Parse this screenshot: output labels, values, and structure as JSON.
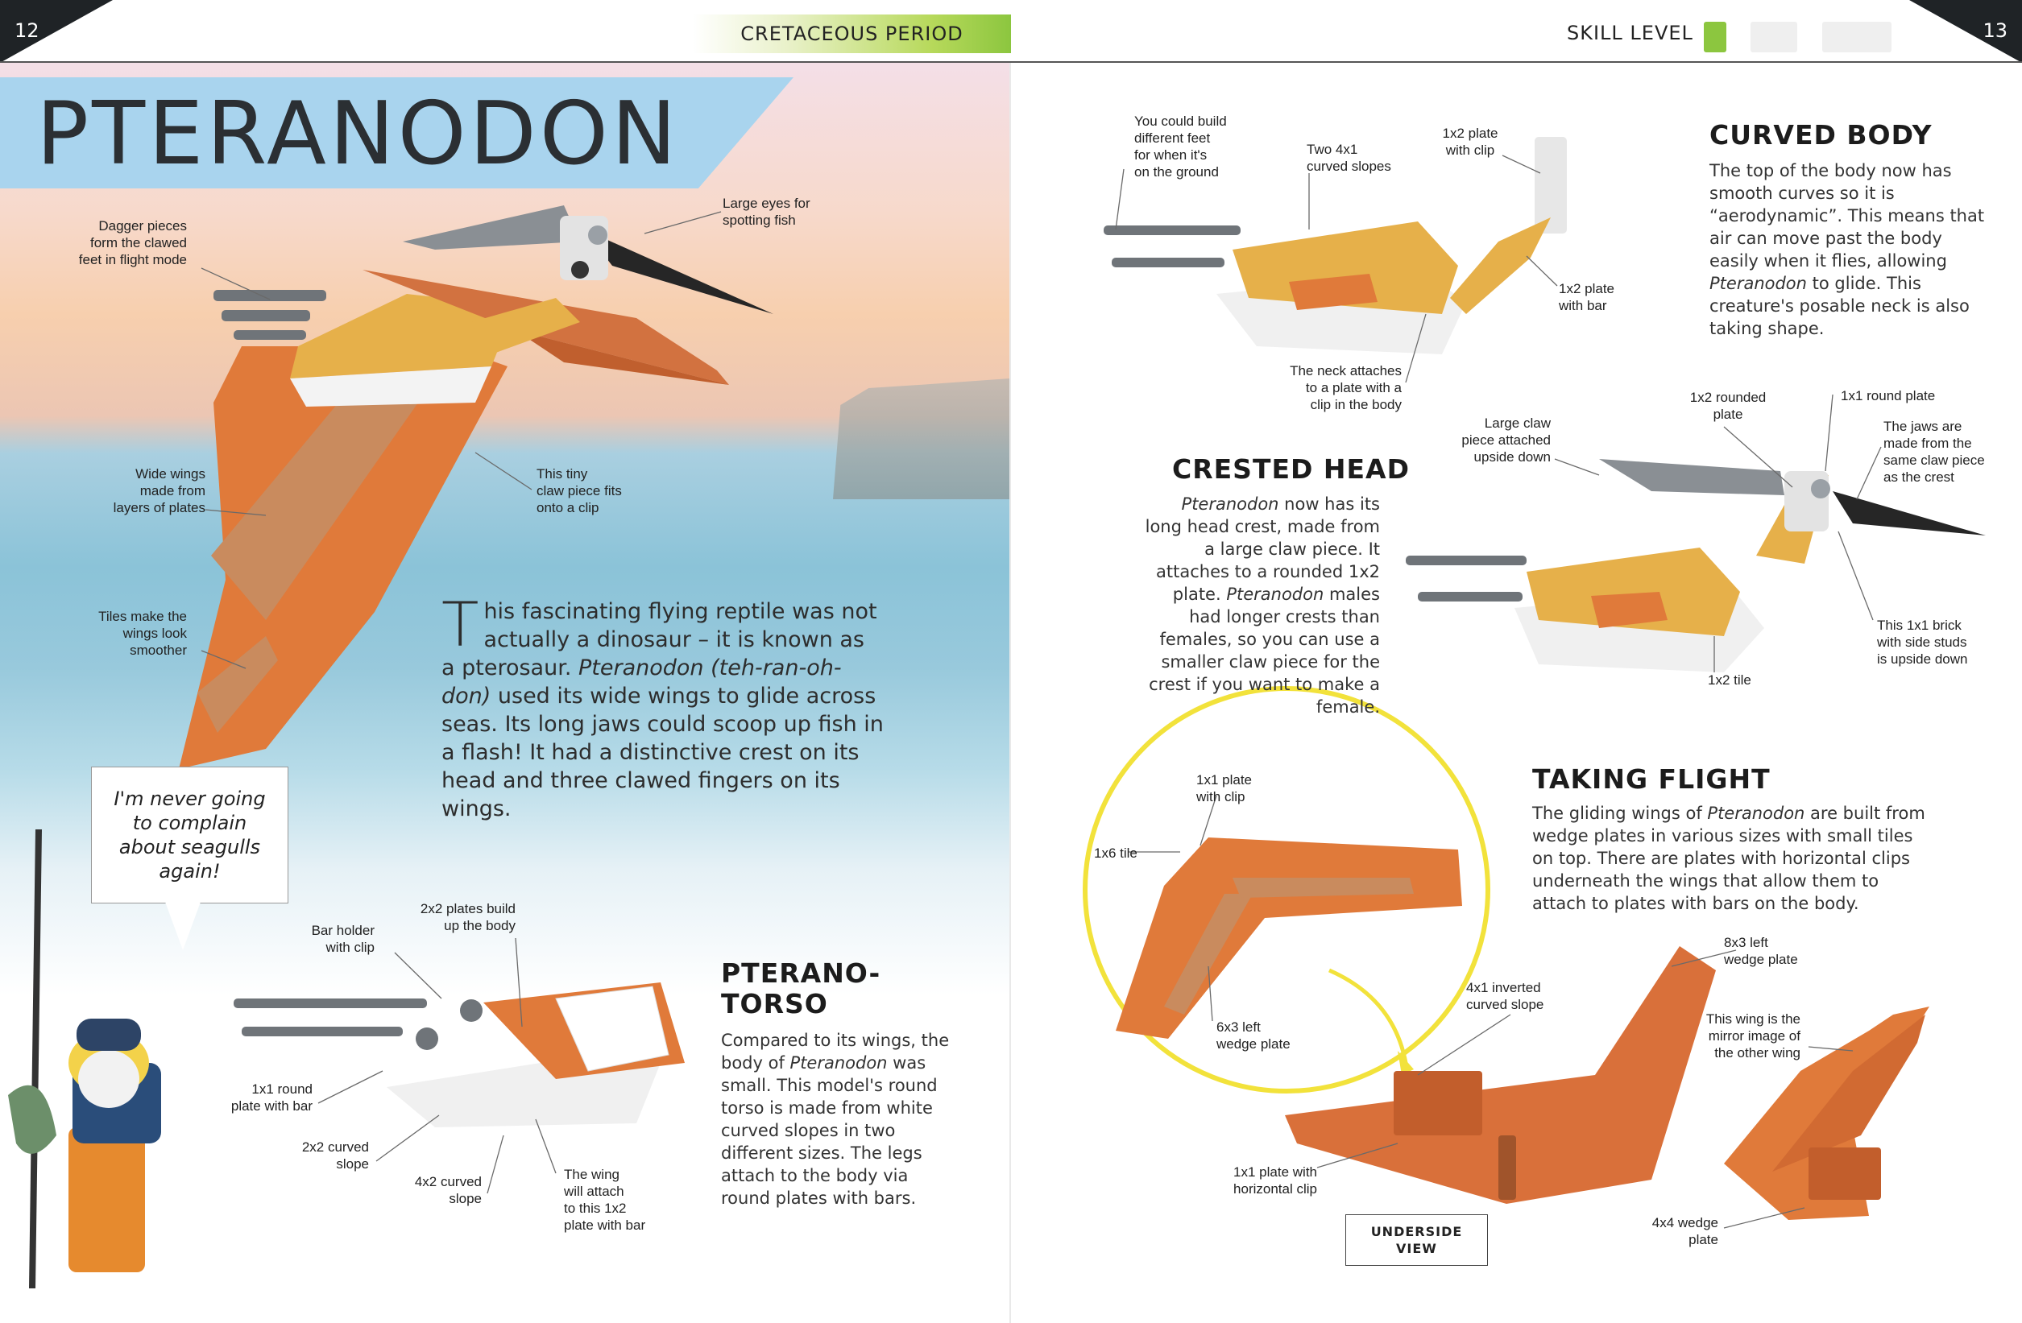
{
  "header": {
    "page_left": "12",
    "page_right": "13",
    "period": "CRETACEOUS PERIOD",
    "skill_label": "SKILL LEVEL",
    "skill_level": 1,
    "skill_max": 3,
    "skill_color": "#8cc63f"
  },
  "title": "PTERANODON",
  "hero_callouts": {
    "dagger": "Dagger pieces\nform the clawed\nfeet in flight mode",
    "eyes": "Large eyes for\nspotting fish",
    "wings": "Wide wings\nmade from\nlayers of plates",
    "claw": "This tiny\nclaw piece fits\nonto a clip",
    "tiles": "Tiles make the\nwings look\nsmoother"
  },
  "intro": {
    "dropcap": "T",
    "text_1": "his fascinating flying reptile was not actually a dinosaur – it is known as a pterosaur. ",
    "italic": "Pteranodon (teh-ran-oh-don)",
    "text_2": " used its wide wings to glide across seas. Its long jaws could scoop up fish in a flash! It had a distinctive crest on its head and three clawed fingers on its wings."
  },
  "speech": "I'm never going\nto complain\nabout seagulls\nagain!",
  "torso": {
    "heading": "PTERANO-\nTORSO",
    "body_1": "Compared to its wings, the body of ",
    "body_italic": "Pteranodon",
    "body_2": " was small. This model's round torso is made from white curved slopes in two different sizes. The legs attach to the body via round plates with bars.",
    "callouts": {
      "bar_holder": "Bar holder\nwith clip",
      "plates": "2x2 plates build\nup the body",
      "round_plate": "1x1 round\nplate with bar",
      "curved_2x2": "2x2 curved\nslope",
      "curved_4x2": "4x2 curved\nslope",
      "wing_attach": "The wing\nwill attach\nto this 1x2\nplate with bar"
    }
  },
  "curved_body": {
    "heading": "CURVED BODY",
    "body_1": "The top of the body now has smooth curves so it is “aerodynamic”. This means that air can move past the body easily when it flies, allowing ",
    "body_italic": "Pteranodon",
    "body_2": " to glide. This creature's posable neck is also taking shape.",
    "callouts": {
      "feet": "You could build\ndifferent feet\nfor when it's\non the ground",
      "slopes": "Two 4x1\ncurved slopes",
      "clip": "1x2 plate\nwith clip",
      "bar": "1x2 plate\nwith bar",
      "neck": "The neck attaches\nto a plate with a\nclip in the body"
    }
  },
  "crested_head": {
    "heading": "CRESTED HEAD",
    "italic_1": "Pteranodon",
    "body_1": " now has its long head crest, made from a large claw piece. It attaches to a rounded 1x2 plate. ",
    "italic_2": "Pteranodon",
    "body_2": " males had longer crests than females, so you can use a smaller claw piece for the crest if you want to make a female.",
    "callouts": {
      "claw": "Large claw\npiece attached\nupside down",
      "rounded": "1x2 rounded\nplate",
      "round": "1x1 round plate",
      "jaws": "The jaws are\nmade from the\nsame claw piece\nas the crest",
      "brick": "This 1x1 brick\nwith side studs\nis upside down",
      "tile": "1x2 tile"
    }
  },
  "taking_flight": {
    "heading": "TAKING FLIGHT",
    "body_1": "The gliding wings of ",
    "body_italic": "Pteranodon",
    "body_2": " are built from wedge plates in various sizes with small tiles on top. There are plates with horizontal clips underneath the wings that allow them to attach to plates with bars on the body.",
    "callouts": {
      "clip": "1x1 plate\nwith clip",
      "tile": "1x6 tile",
      "wedge_6x3": "6x3 left\nwedge plate",
      "wedge_8x3": "8x3 left\nwedge plate",
      "inverted": "4x1 inverted\ncurved slope",
      "mirror": "This wing is the\nmirror image of\nthe other wing",
      "horizontal": "1x1 plate with\nhorizontal clip",
      "wedge_4x4": "4x4 wedge\nplate",
      "underside": "UNDERSIDE\nVIEW"
    }
  },
  "colors": {
    "orange": "#e07a3a",
    "tan": "#c98b5e",
    "yellow": "#e6b04a",
    "grey": "#8a8f94",
    "dark": "#2a2a2a",
    "highlight_circle": "#f2e23b"
  }
}
